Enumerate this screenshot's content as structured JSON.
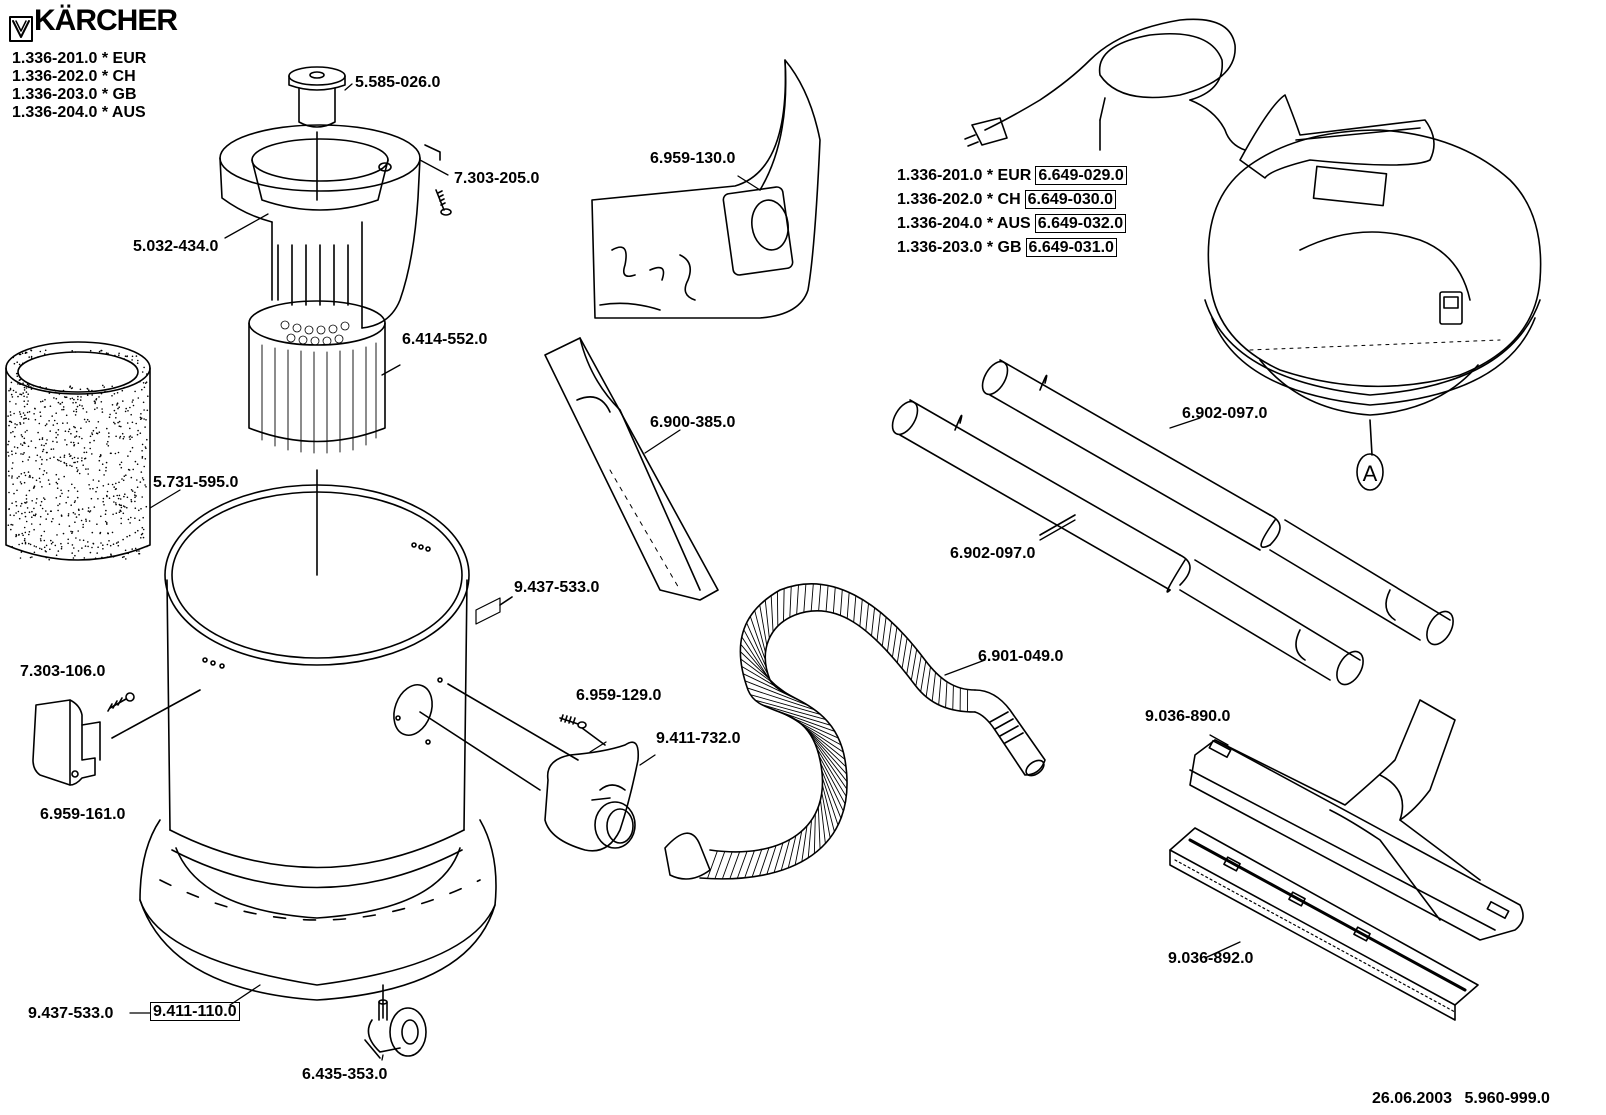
{
  "brand": {
    "name": "KÄRCHER"
  },
  "model_codes": [
    "1.336-201.0 * EUR",
    "1.336-202.0 * CH",
    "1.336-203.0 * GB",
    "1.336-204.0 * AUS"
  ],
  "parts": {
    "cap": "5.585-026.0",
    "screw_top": "7.303-205.0",
    "filter_housing": "5.032-434.0",
    "cartridge_filter": "6.414-552.0",
    "foam_filter": "5.731-595.0",
    "bag": "6.959-130.0",
    "crevice_nozzle": "6.900-385.0",
    "tube_upper": "6.902-097.0",
    "tube_lower": "6.902-097.0",
    "container_label": "9.437-533.0",
    "clip_screw": "7.303-106.0",
    "clip": "6.959-161.0",
    "inlet_screw": "6.959-129.0",
    "inlet": "9.411-732.0",
    "hose": "6.901-049.0",
    "floor_nozzle": "9.036-890.0",
    "nozzle_strip": "9.036-892.0",
    "base_left": "9.437-533.0",
    "base_boxed": "9.411-110.0",
    "castor": "6.435-353.0",
    "motor_head_mark": "A"
  },
  "cable_table": [
    {
      "model": "1.336-201.0 * EUR",
      "part": "6.649-029.0"
    },
    {
      "model": "1.336-202.0 * CH",
      "part": "6.649-030.0"
    },
    {
      "model": "1.336-204.0 * AUS",
      "part": "6.649-032.0"
    },
    {
      "model": "1.336-203.0 * GB",
      "part": "6.649-031.0"
    }
  ],
  "footer": {
    "date": "26.06.2003",
    "doc_number": "5.960-999.0"
  }
}
